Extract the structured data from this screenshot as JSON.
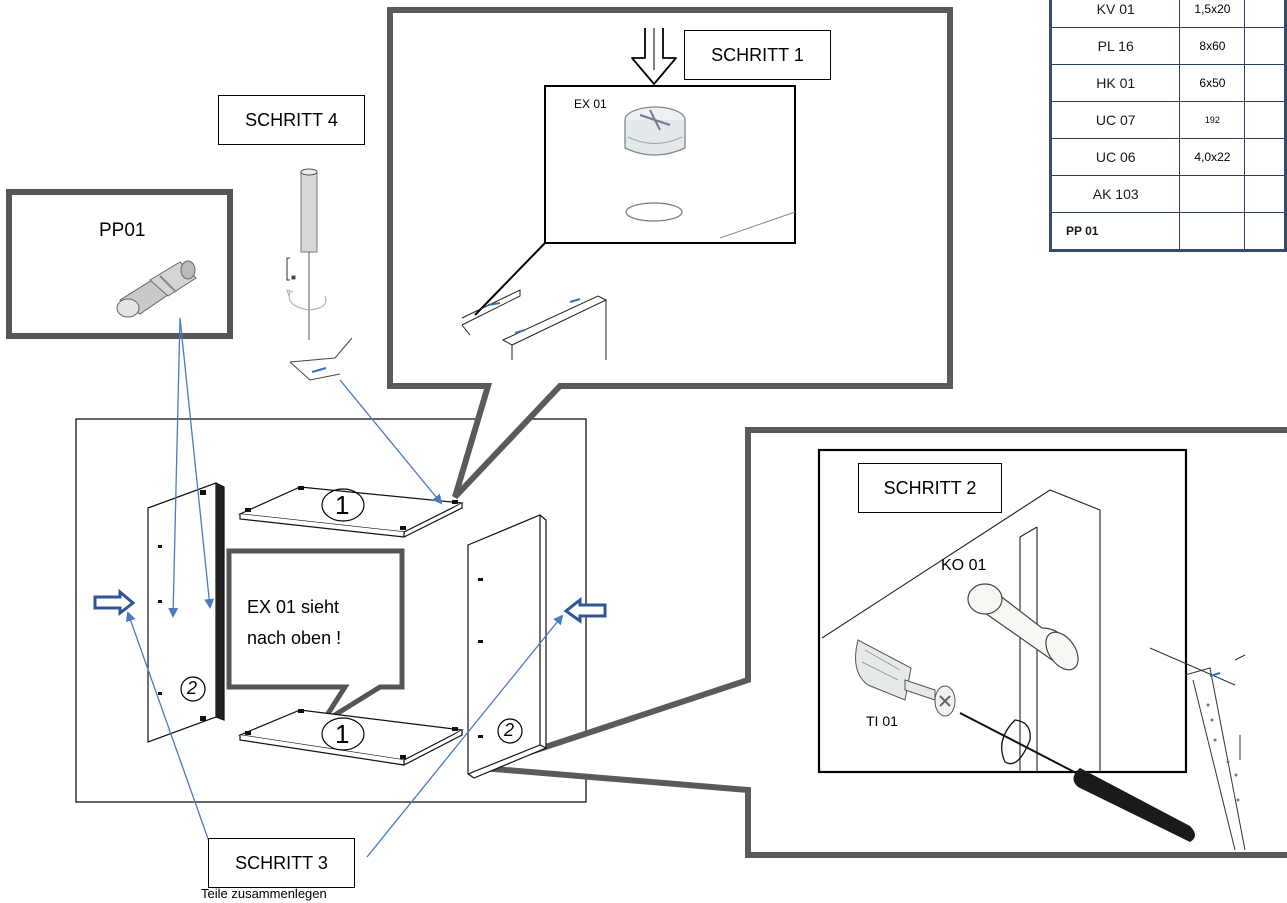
{
  "steps": {
    "step1": "SCHRITT 1",
    "step2": "SCHRITT 2",
    "step3": "SCHRITT 3",
    "step4": "SCHRITT 4",
    "step3_caption": "Teile zusammenlegen"
  },
  "parts": {
    "pp01_title": "PP01",
    "ex01": "EX 01",
    "ko01": "KO 01",
    "ti01": "TI 01",
    "panel_1": "1",
    "panel_2": "2"
  },
  "callout": {
    "line1": "EX 01 sieht",
    "line2": "nach oben !"
  },
  "parts_table": [
    {
      "code": "KV 01",
      "size": "1,5x20"
    },
    {
      "code": "PL 16",
      "size": "8x60"
    },
    {
      "code": "HK 01",
      "size": "6x50"
    },
    {
      "code": "UC 07",
      "size": "192"
    },
    {
      "code": "UC 06",
      "size": "4,0x22"
    },
    {
      "code": "AK 103",
      "size": ""
    },
    {
      "code": "PP 01",
      "size": ""
    }
  ],
  "colors": {
    "frame": "#555555",
    "arrow": "#4a7bbf",
    "table_border": "#3a4a6b"
  }
}
